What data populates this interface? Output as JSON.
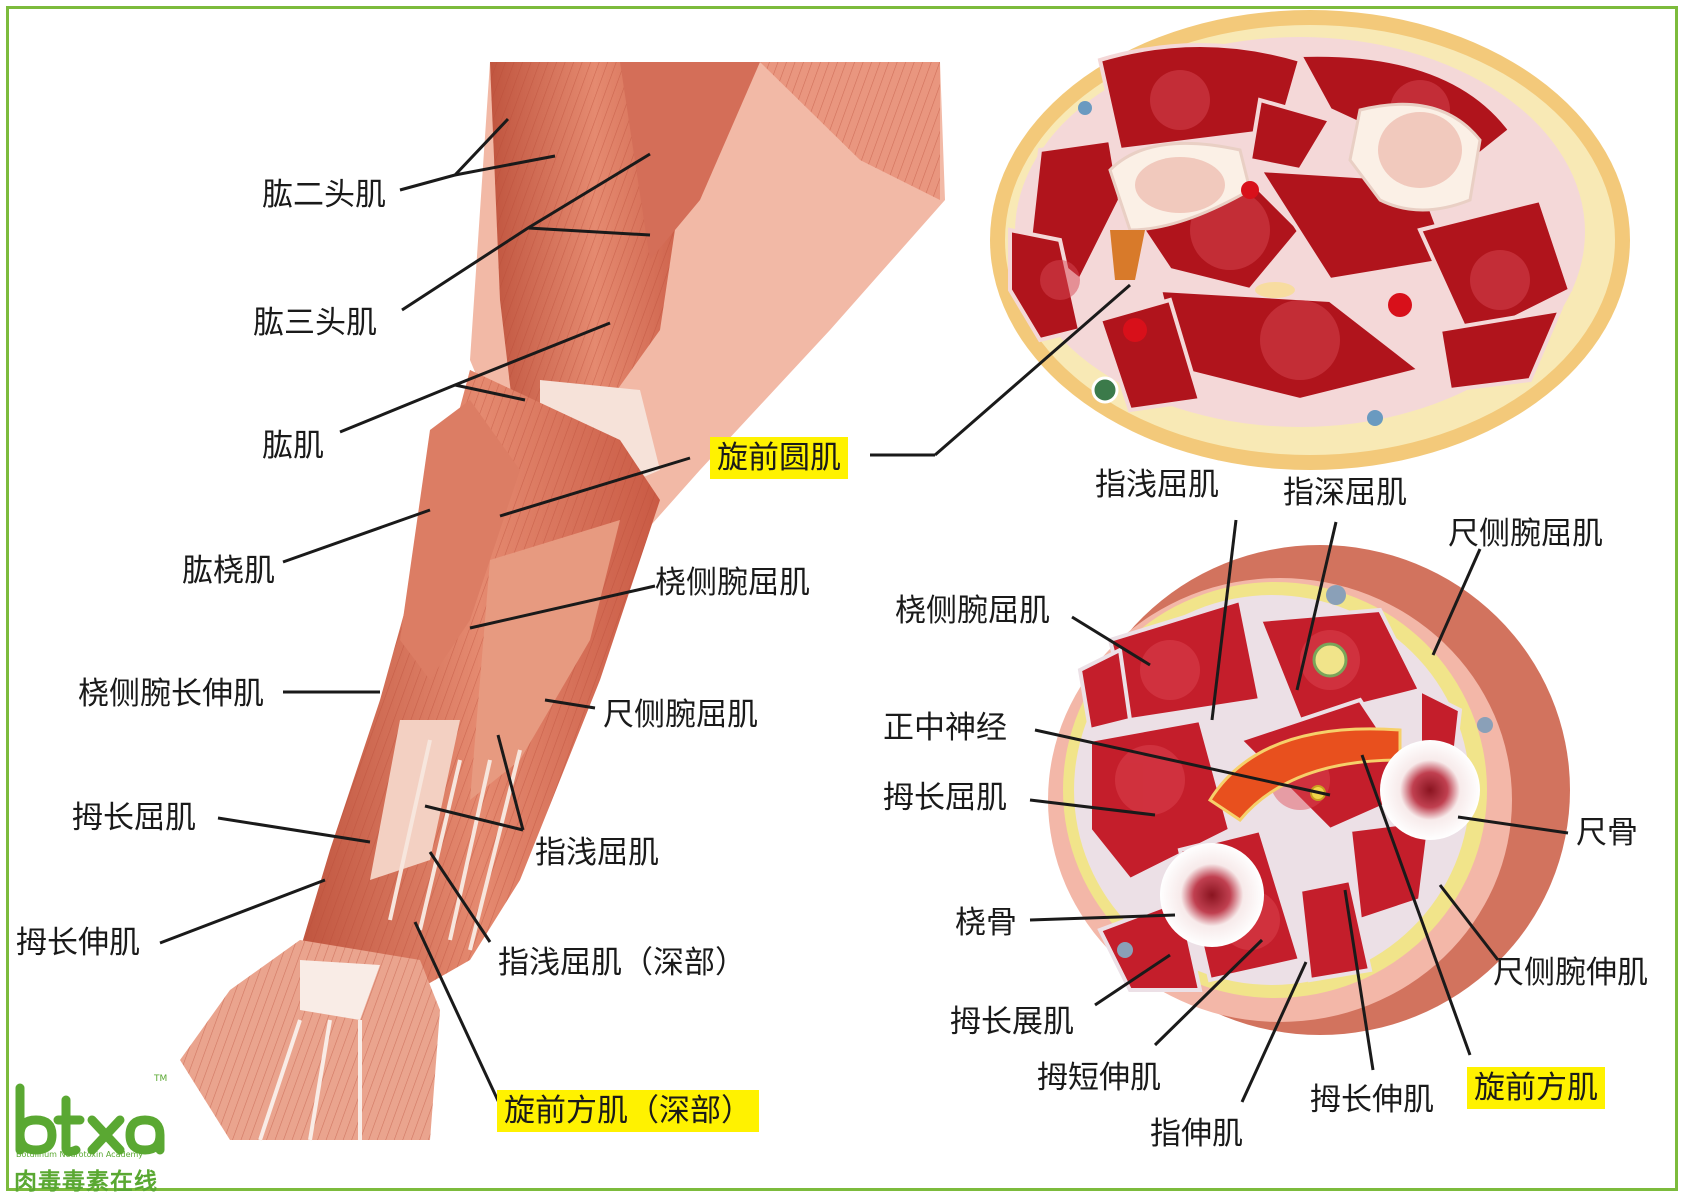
{
  "labels": {
    "biceps": "肱二头肌",
    "triceps": "肱三头肌",
    "brachialis": "肱肌",
    "pronator_teres": "旋前圆肌",
    "brachioradialis": "肱桡肌",
    "fcr_arm": "桡侧腕屈肌",
    "ecrl": "桡侧腕长伸肌",
    "fcu_arm": "尺侧腕屈肌",
    "fpl_arm": "拇长屈肌",
    "fds_arm": "指浅屈肌",
    "epl_arm": "拇长伸肌",
    "fds_deep": "指浅屈肌（深部）",
    "pq_deep": "旋前方肌（深部）",
    "fds_cs": "指浅屈肌",
    "fdp_cs": "指深屈肌",
    "fcu_cs": "尺侧腕屈肌",
    "fcr_cs": "桡侧腕屈肌",
    "median_nerve": "正中神经",
    "fpl_cs": "拇长屈肌",
    "ulna": "尺骨",
    "radius": "桡骨",
    "ecu_cs": "尺侧腕伸肌",
    "apl_cs": "拇长展肌",
    "epb_cs": "拇短伸肌",
    "pq_cs": "旋前方肌",
    "epl_cs": "拇长伸肌",
    "ed_cs": "指伸肌"
  },
  "logo": {
    "mark": "btxa",
    "tm": "TM",
    "subtitle": "Botulinum Neurotoxin Academy",
    "name": "肉毒毒素在线"
  },
  "colors": {
    "border": "#7cbb3c",
    "highlight": "#fff200",
    "muscle": "#c8262c",
    "arm_muscle": "#e07a64",
    "fat": "#f4dc8a",
    "logo_green": "#5aa832"
  }
}
